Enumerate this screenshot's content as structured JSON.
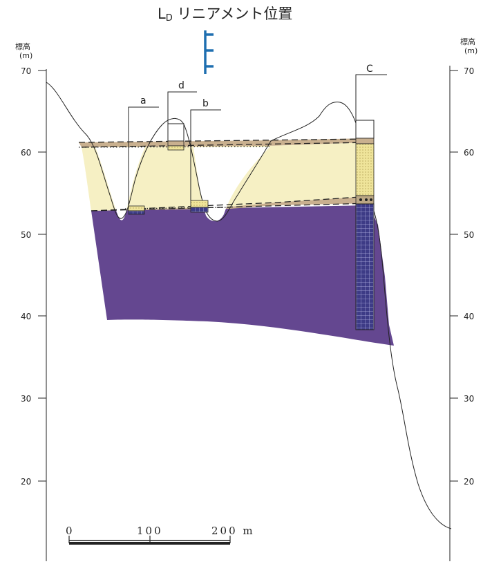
{
  "title": {
    "prefix": "L",
    "subscript": "D",
    "rest": " リニアメント位置"
  },
  "axis": {
    "left_label_line1": "標高",
    "left_label_line2": "(m)",
    "right_label_line1": "標高",
    "right_label_line2": "(m)",
    "ticks": [
      70,
      60,
      50,
      40,
      30,
      20
    ]
  },
  "boreholes": {
    "a": "a",
    "b": "b",
    "c": "C",
    "d": "d"
  },
  "scale_bar": {
    "labels": [
      "0",
      "100",
      "200 m"
    ]
  },
  "colors": {
    "purple_unit": "#644790",
    "yellow_unit": "#f6f0c4",
    "tan_unit": "#c9b08f",
    "lineament_marker": "#1f6fb0",
    "outline": "#222222"
  }
}
